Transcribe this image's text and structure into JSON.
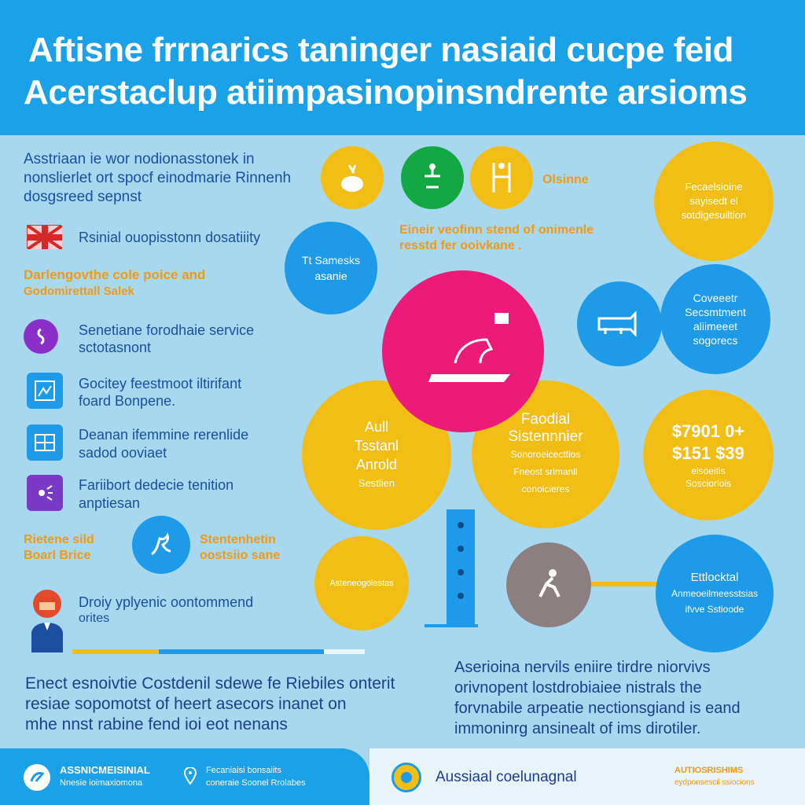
{
  "header": {
    "line1": "Aftisne frrnarics taninger nasiaid cucpe feid",
    "line2": "Acerstaclup atiimpasinopinsndrente arsioms"
  },
  "intro": {
    "line1": "Asstriaan ie wor nodionasstonek in",
    "line2": "nonslierlet ort spocf einodmarie Rinnenh",
    "line3": "dosgsreed sepnst"
  },
  "flag_row": {
    "label": "Rsinial ouopisstonn dosatiiity"
  },
  "orange_block": {
    "line1": "Darlengovthe cole poice and",
    "line2": "Godomirettall Salek"
  },
  "list": [
    {
      "line1": "Senetiane forodhaie service",
      "line2": "sctotasnont"
    },
    {
      "line1": "Gocitey feestmoot iltirifant",
      "line2": "foard Bonpene."
    },
    {
      "line1": "Deanan ifemmine rerenlide",
      "line2": "sadod ooviaet"
    },
    {
      "line1": "Fariibort dedecie tenition",
      "line2": "anptiesan"
    }
  ],
  "lower_left": {
    "left_label1": "Rietene sild",
    "left_label2": "Boarl Brice",
    "right_label1": "Stentenhetin",
    "right_label2": "oostsiio sane"
  },
  "person_row": {
    "line1": "Droiy yplyenic oontommend",
    "line2": "orites"
  },
  "icons_top": {
    "label": "Olsinne"
  },
  "top_center_orange": {
    "line1": "Eineir veofinn stend of onimenle",
    "line2": "resstd fer ooivkane ."
  },
  "circles": {
    "top_right": [
      "Fecaelsioine",
      "sayisedt el",
      "sotdigesuiltion"
    ],
    "mid_left": [
      "Tt Samesks",
      "asanie"
    ],
    "right_mid": [
      "Coveeetr",
      "Secsmtment",
      "aliimeeet",
      "sogorecs"
    ],
    "yellow_left": [
      "Aull",
      "Tsstanl",
      "Anrold",
      "Sestlien"
    ],
    "yellow_center": [
      "Faodial",
      "Sistennnier",
      "Sonoroeicecttios",
      "Fneost srimanll",
      "conoicieres"
    ],
    "yellow_right": [
      "$7901 0+",
      "$151 $39",
      "elsoeitis",
      "Sosciorlois"
    ],
    "small_yellow": [
      "Asteneogolestas"
    ],
    "blue_bottom": [
      "Ettlocktal",
      "Anmeoeilmeesstsias",
      "ifvve Sstioode"
    ]
  },
  "bottom_left_text": {
    "line1": "Enect esnoivtie Costdenil sdewe fe Riebiles onterit",
    "line2": "resiae sopomotst of heert asecors inanet on",
    "line3": "mhe nnst rabine fend ioi eot nenans"
  },
  "bottom_right_text": {
    "line1": "Aserioina nervils eniire tirdre niorvivs",
    "line2": "orivnopent lostdrobiaiee nistrals the",
    "line3": "forvnabile arpeatie nectionsgiand is eand",
    "line4": "immoninrg ansinealt of ims dirotiler."
  },
  "footer": {
    "brand1": "ASSNICMEISINIAL",
    "brand1_sub": "Nnesie ioimaxiomona",
    "brand2": "Fecaniaisi bonsaiits",
    "brand2_sub": "coneraie Soonel Rrolabes",
    "center": "Aussiaal coelunagnal",
    "right1": "AUTIOSRISHIMS",
    "right2": "eydponsescil ssiocions"
  },
  "colors": {
    "header_bg": "#1aa1e8",
    "body_bg": "#a8d8f0",
    "yellow": "#f2be16",
    "blue": "#1d9ae8",
    "pink": "#ec1a78",
    "green": "#14a845",
    "orange_text": "#f29a12"
  }
}
